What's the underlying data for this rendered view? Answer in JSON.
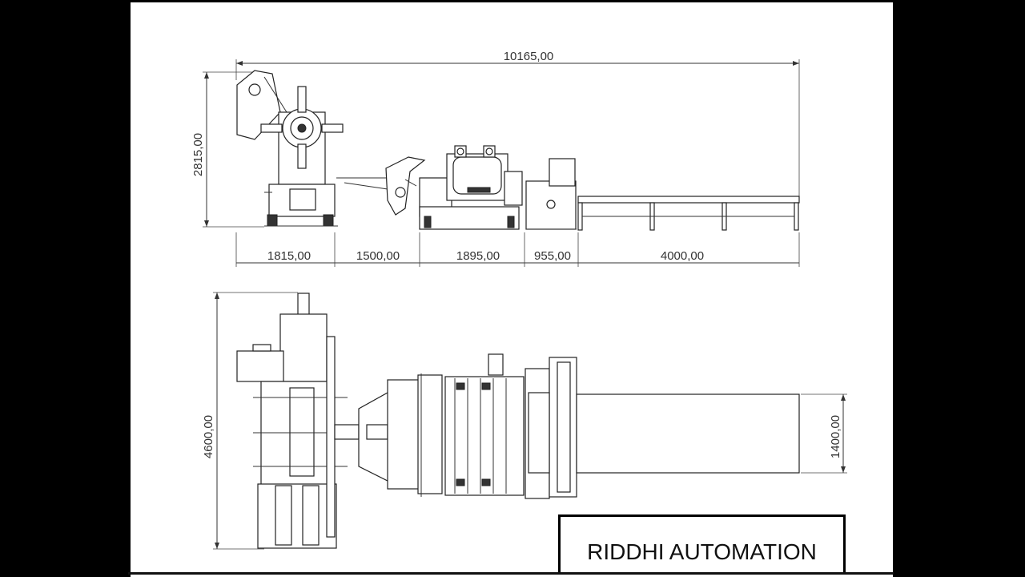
{
  "side_view": {
    "overall_length": "10165,00",
    "height": "2815,00",
    "segments": [
      "1815,00",
      "1500,00",
      "1895,00",
      "955,00",
      "4000,00"
    ]
  },
  "top_view": {
    "width": "4600,00",
    "table_width": "1400,00"
  },
  "brand": "RIDDHI AUTOMATION"
}
